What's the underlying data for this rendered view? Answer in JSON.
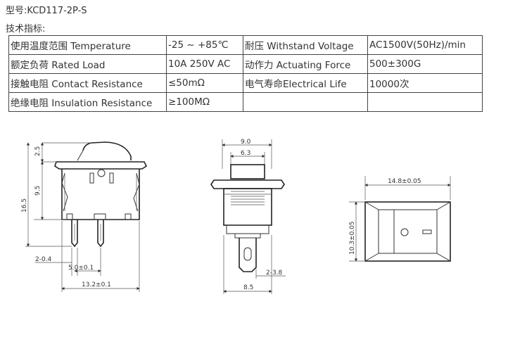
{
  "header": {
    "model": "型号:KCD117-2P-S",
    "specs_title": "技术指标:"
  },
  "table": {
    "rows": [
      [
        "使用温度范围 Temperature",
        "-25 ~ +85℃",
        "耐压 Withstand Voltage",
        "AC1500V(50Hz)/min"
      ],
      [
        "额定负荷 Rated Load",
        "10A 250V AC",
        "动作力 Actuating Force",
        "500±300G"
      ],
      [
        "接触电阻 Contact Resistance",
        "≤50mΩ",
        "电气寿命Electrical Life",
        "10000次"
      ],
      [
        "绝缘电阻 Insulation Resistance",
        "≥100MΩ",
        "",
        ""
      ]
    ]
  },
  "drawing": {
    "side": {
      "dim_top": "2.5",
      "dim_mid": "9.5",
      "dim_total_h": "16.5",
      "dim_pin": "2-0.4",
      "dim_pitch": "5.0±0.1",
      "dim_width": "13.2±0.1"
    },
    "front": {
      "dim_outer": "9.0",
      "dim_inner": "6.3",
      "dim_pin": "2-3.8",
      "dim_base": "8.5"
    },
    "top": {
      "dim_w": "14.8±0.05",
      "dim_h": "10.3±0.05"
    }
  }
}
